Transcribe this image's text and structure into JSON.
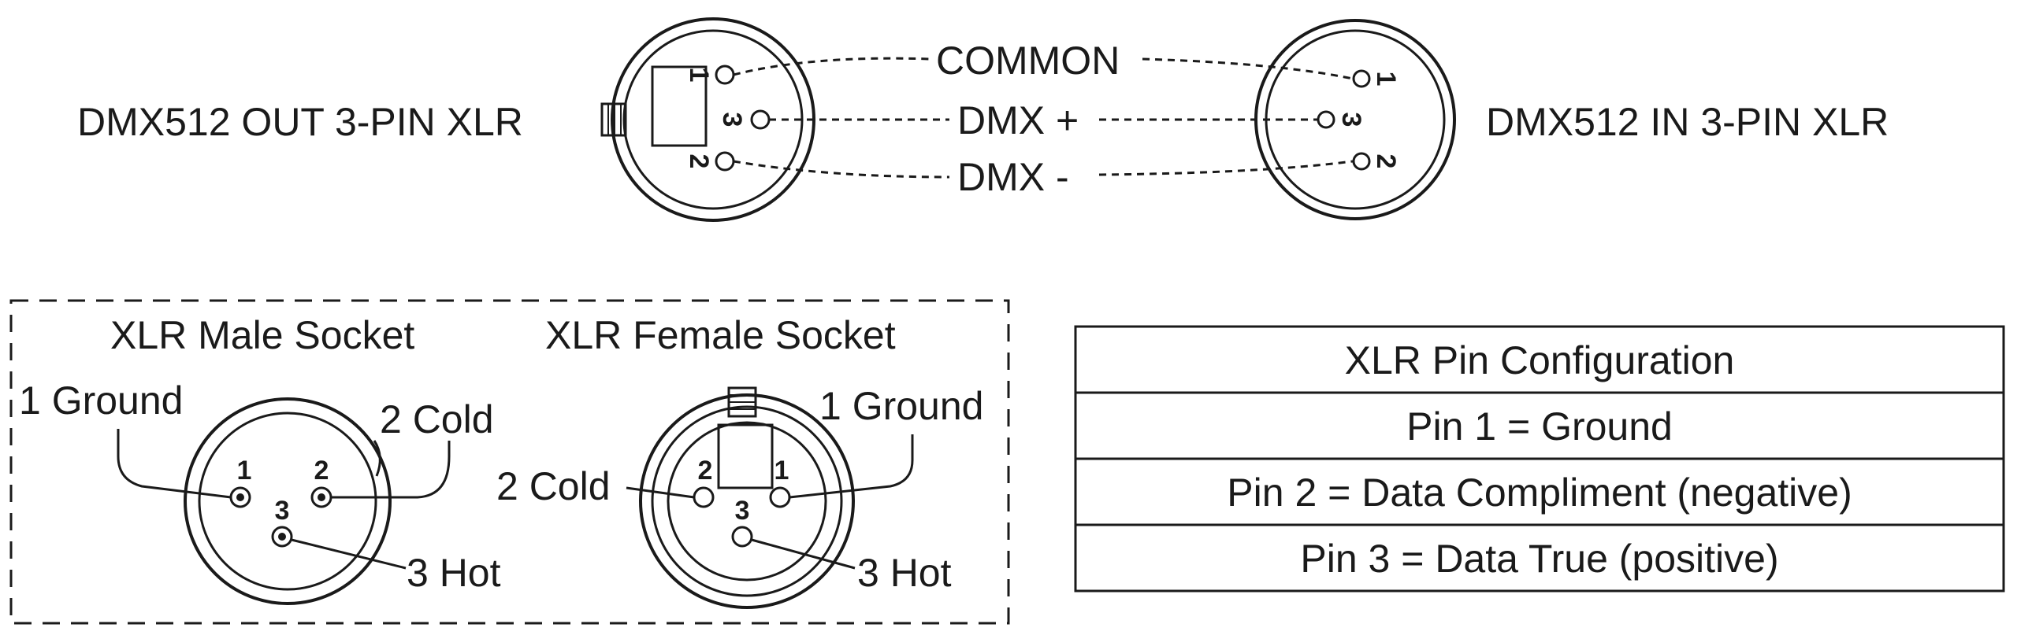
{
  "top": {
    "out_label": "DMX512 OUT 3-PIN XLR",
    "in_label": "DMX512 IN 3-PIN XLR",
    "signals": [
      "COMMON",
      "DMX +",
      "DMX -"
    ],
    "out_pins": [
      "1",
      "3",
      "2"
    ],
    "in_pins": [
      "1",
      "3",
      "2"
    ]
  },
  "sockets": {
    "male_title": "XLR Male Socket",
    "female_title": "XLR Female Socket",
    "male": {
      "pin1": "1",
      "pin2": "2",
      "pin3": "3",
      "ground": "1 Ground",
      "cold": "2 Cold",
      "hot": "3 Hot"
    },
    "female": {
      "pin1": "1",
      "pin2": "2",
      "pin3": "3",
      "ground": "1 Ground",
      "cold": "2 Cold",
      "hot": "3 Hot"
    }
  },
  "table": {
    "header": "XLR Pin Configuration",
    "rows": [
      "Pin 1 = Ground",
      "Pin 2 = Data Compliment (negative)",
      "Pin 3 = Data True (positive)"
    ]
  }
}
